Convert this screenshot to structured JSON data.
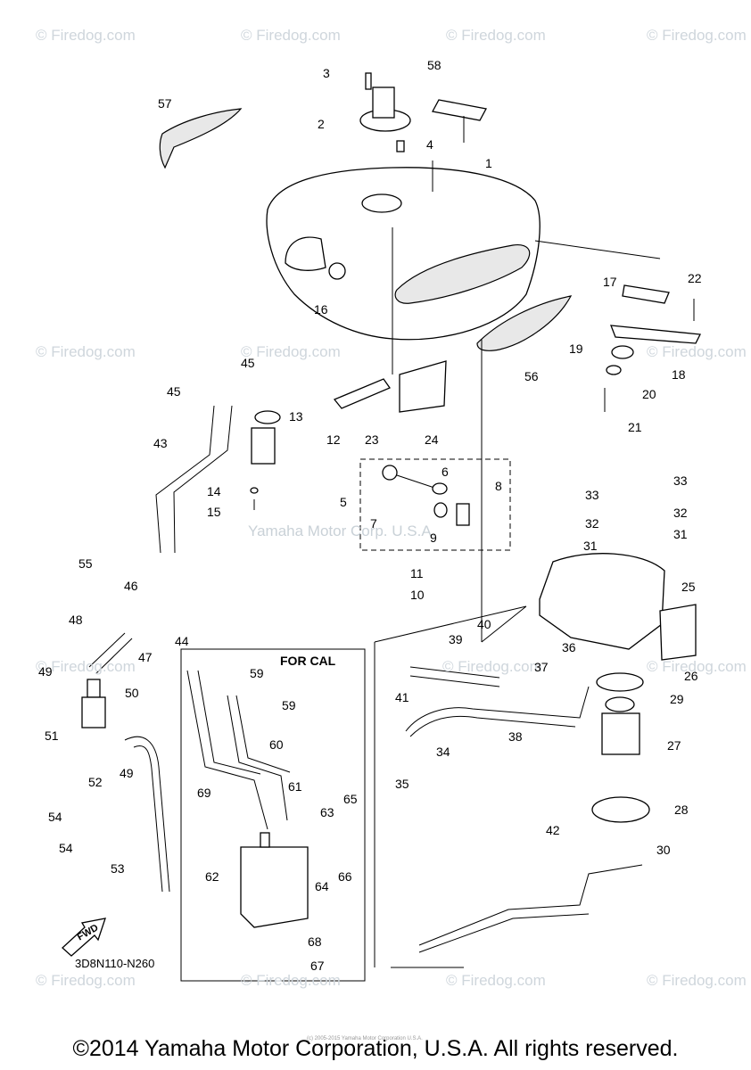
{
  "watermarks": {
    "text": "© Firedog.com",
    "center_text": "Yamaha Motor Corp. U.S.A."
  },
  "inset_title": "FOR CAL",
  "diagram_code": "3D8N110-N260",
  "fwd_label": "FWD",
  "copyright": "©2014 Yamaha Motor Corporation, U.S.A. All rights reserved.",
  "fine_print": "(c) 2005-2015 Yamaha Motor Corporation U.S.A.",
  "callouts": {
    "c1": "1",
    "c2": "2",
    "c3": "3",
    "c4": "4",
    "c5": "5",
    "c6": "6",
    "c7": "7",
    "c8": "8",
    "c9": "9",
    "c10": "10",
    "c11": "11",
    "c12": "12",
    "c13": "13",
    "c14": "14",
    "c15": "15",
    "c16": "16",
    "c17": "17",
    "c18": "18",
    "c19": "19",
    "c20": "20",
    "c21": "21",
    "c22": "22",
    "c23": "23",
    "c24": "24",
    "c25": "25",
    "c26": "26",
    "c27": "27",
    "c28": "28",
    "c29": "29",
    "c30": "30",
    "c31a": "31",
    "c31b": "31",
    "c32a": "32",
    "c32b": "32",
    "c33a": "33",
    "c33b": "33",
    "c34": "34",
    "c35": "35",
    "c36": "36",
    "c37": "37",
    "c38": "38",
    "c39": "39",
    "c40": "40",
    "c41": "41",
    "c42": "42",
    "c43": "43",
    "c44": "44",
    "c45a": "45",
    "c45b": "45",
    "c46": "46",
    "c47": "47",
    "c48": "48",
    "c49a": "49",
    "c49b": "49",
    "c50": "50",
    "c51": "51",
    "c52": "52",
    "c53": "53",
    "c54a": "54",
    "c54b": "54",
    "c55": "55",
    "c56": "56",
    "c57": "57",
    "c58": "58",
    "c59a": "59",
    "c59b": "59",
    "c60": "60",
    "c61": "61",
    "c62": "62",
    "c63": "63",
    "c64": "64",
    "c65": "65",
    "c66": "66",
    "c67": "67",
    "c68": "68",
    "c69": "69"
  }
}
